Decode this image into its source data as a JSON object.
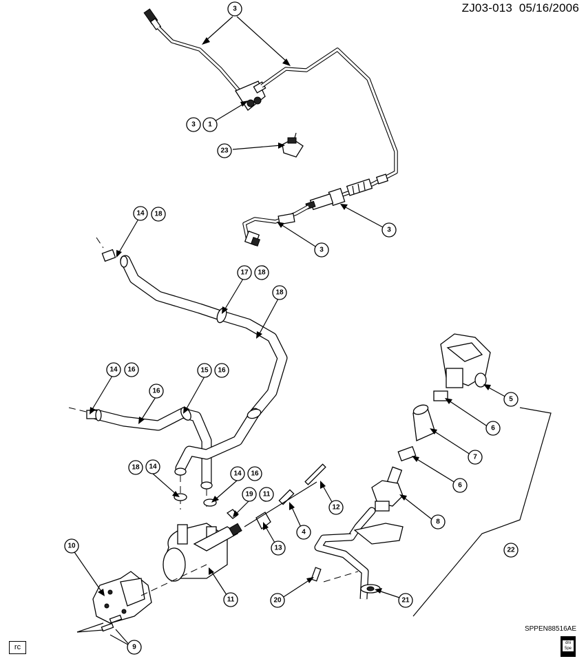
{
  "header": {
    "drawing_id": "ZJ03-013",
    "date": "05/16/2006"
  },
  "footer": {
    "reference_code": "SPPEN88516AE",
    "corner_tag": "rc",
    "logo_text": "dni 5pe"
  },
  "callouts": [
    {
      "id": "c3a",
      "label": "3"
    },
    {
      "id": "c3b",
      "label": "3"
    },
    {
      "id": "c1",
      "label": "1"
    },
    {
      "id": "c23",
      "label": "23"
    },
    {
      "id": "c3c",
      "label": "3"
    },
    {
      "id": "c3d",
      "label": "3"
    },
    {
      "id": "c14a",
      "label": "14"
    },
    {
      "id": "c18a",
      "label": "18"
    },
    {
      "id": "c17",
      "label": "17"
    },
    {
      "id": "c18b",
      "label": "18"
    },
    {
      "id": "c18c",
      "label": "18"
    },
    {
      "id": "c14b",
      "label": "14"
    },
    {
      "id": "c16a",
      "label": "16"
    },
    {
      "id": "c15",
      "label": "15"
    },
    {
      "id": "c16b",
      "label": "16"
    },
    {
      "id": "c16c",
      "label": "16"
    },
    {
      "id": "c5",
      "label": "5"
    },
    {
      "id": "c6a",
      "label": "6"
    },
    {
      "id": "c7",
      "label": "7"
    },
    {
      "id": "c6b",
      "label": "6"
    },
    {
      "id": "c18d",
      "label": "18"
    },
    {
      "id": "c14c",
      "label": "14"
    },
    {
      "id": "c14d",
      "label": "14"
    },
    {
      "id": "c16d",
      "label": "16"
    },
    {
      "id": "c19",
      "label": "19"
    },
    {
      "id": "c11a",
      "label": "11"
    },
    {
      "id": "c12",
      "label": "12"
    },
    {
      "id": "c8",
      "label": "8"
    },
    {
      "id": "c4",
      "label": "4"
    },
    {
      "id": "c13",
      "label": "13"
    },
    {
      "id": "c10",
      "label": "10"
    },
    {
      "id": "c22",
      "label": "22"
    },
    {
      "id": "c11b",
      "label": "11"
    },
    {
      "id": "c20",
      "label": "20"
    },
    {
      "id": "c21",
      "label": "21"
    },
    {
      "id": "c9",
      "label": "9"
    }
  ]
}
